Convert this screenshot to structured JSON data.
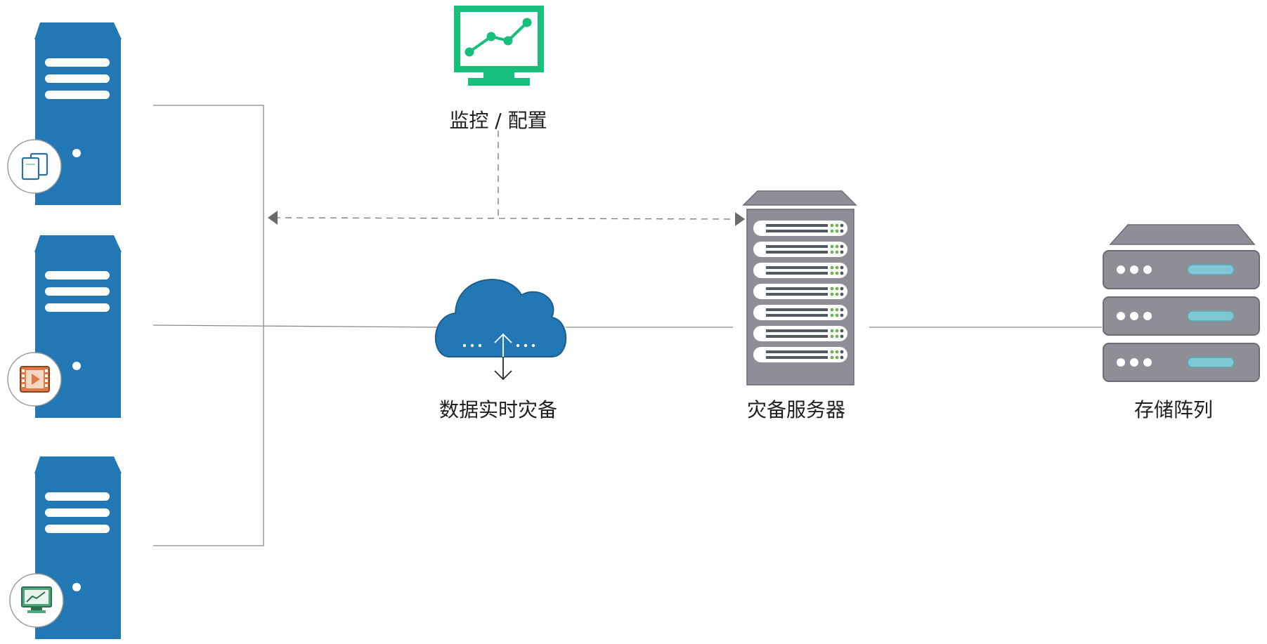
{
  "labels": {
    "monitor": "监控 / 配置",
    "cloud": "数据实时灾备",
    "dr_server": "灾备服务器",
    "storage": "存储阵列"
  },
  "nodes": {
    "source_servers": [
      {
        "badge_icon": "documents-icon"
      },
      {
        "badge_icon": "video-icon"
      },
      {
        "badge_icon": "chart-monitor-icon"
      }
    ],
    "monitor_icon": "line-chart-monitor-icon",
    "cloud_icon": "cloud-sync-icon",
    "dr_server_icon": "rack-server-icon",
    "storage_icon": "storage-array-icon"
  },
  "colors": {
    "server_blue": "#2278b5",
    "monitor_green": "#17c07a",
    "rack_gray": "#8e8e96",
    "connector": "#8a8a8a",
    "video_orange": "#e07a44",
    "storage_accent": "#7ec8d4"
  }
}
